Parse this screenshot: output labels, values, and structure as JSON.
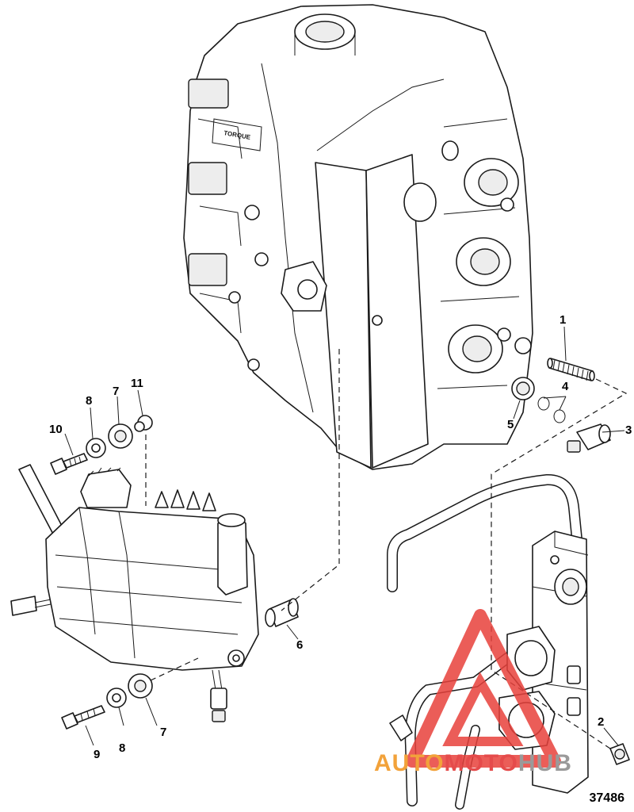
{
  "figure_number": "37486",
  "engine_block": {
    "casting_text": "TORQUE"
  },
  "callouts": [
    {
      "id": "callout-1",
      "text": "1"
    },
    {
      "id": "callout-2",
      "text": "2"
    },
    {
      "id": "callout-3",
      "text": "3"
    },
    {
      "id": "callout-4",
      "text": "4"
    },
    {
      "id": "callout-5",
      "text": "5"
    },
    {
      "id": "callout-6",
      "text": "6"
    },
    {
      "id": "callout-7a",
      "text": "7"
    },
    {
      "id": "callout-7b",
      "text": "7"
    },
    {
      "id": "callout-8a",
      "text": "8"
    },
    {
      "id": "callout-8b",
      "text": "8"
    },
    {
      "id": "callout-9",
      "text": "9"
    },
    {
      "id": "callout-10",
      "text": "10"
    },
    {
      "id": "callout-11",
      "text": "11"
    }
  ],
  "watermark": {
    "part_1": "AUTO",
    "part_2": "MOTO",
    "part_3": "HUB",
    "colors": {
      "auto": "#f2a23a",
      "moto": "#e54b4b",
      "hub": "#9a9a9a",
      "triangle": "#e8413c"
    }
  },
  "colors": {
    "line": "#1a1a1a",
    "shade": "#e6e6e6",
    "background": "#ffffff"
  }
}
